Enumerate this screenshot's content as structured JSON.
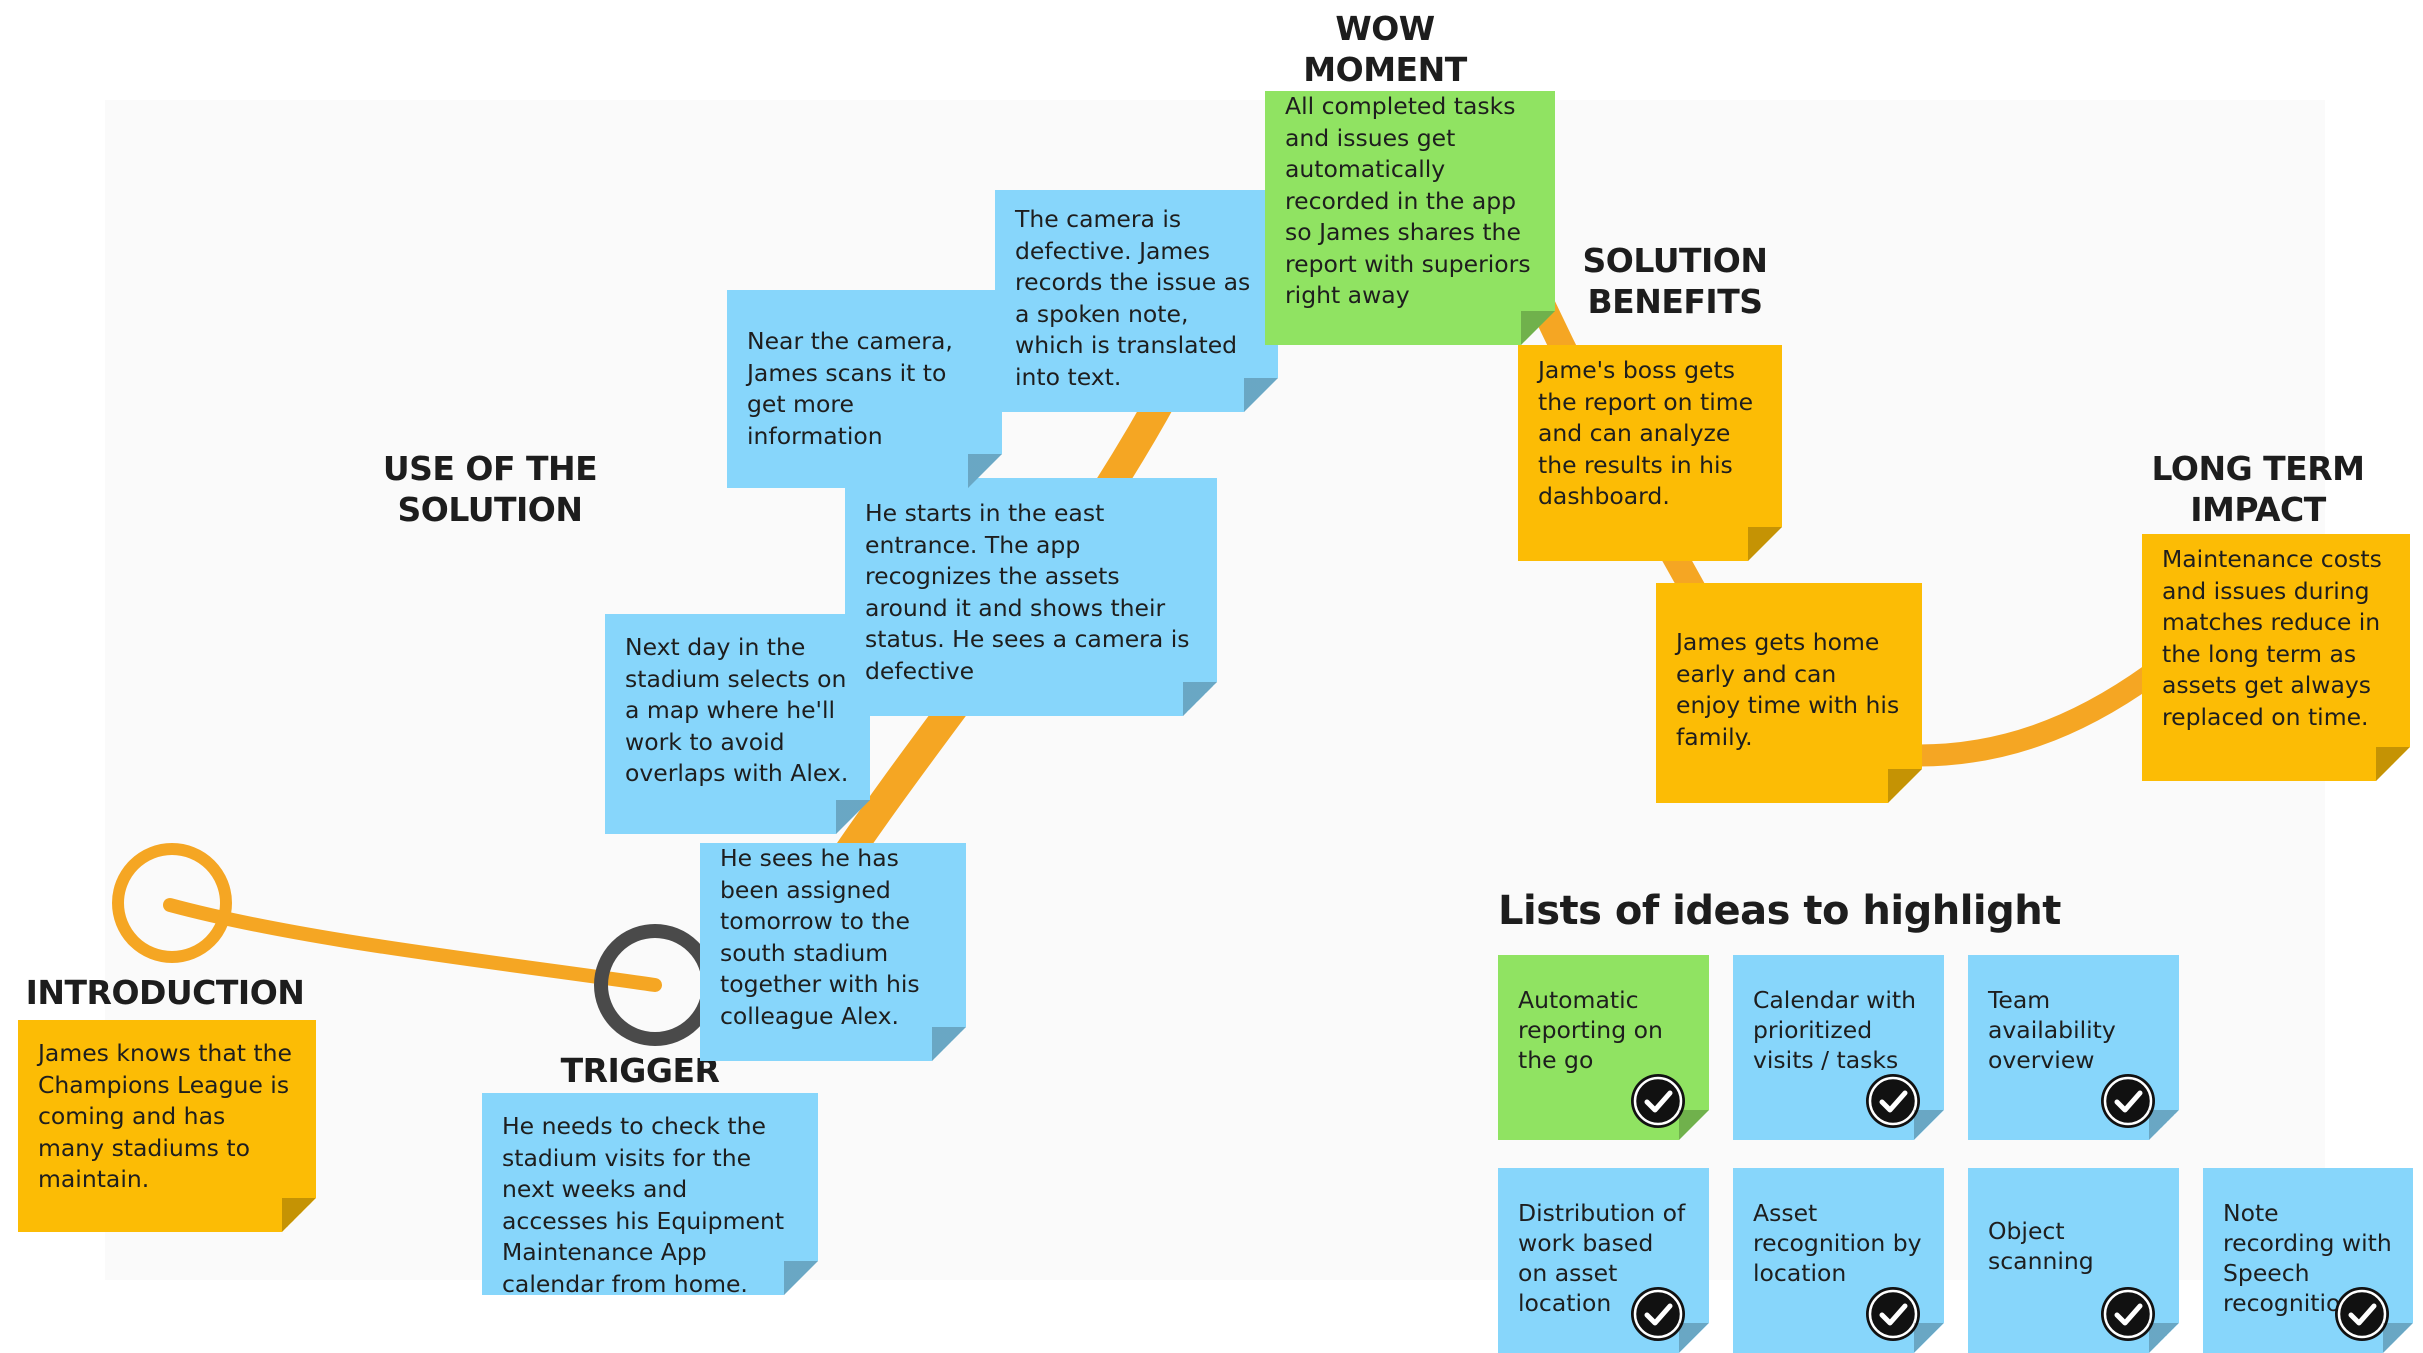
{
  "colors": {
    "blue_note": "#87d6fb",
    "yellow_note": "#fcbc05",
    "green_note": "#90e362",
    "journey_path": "#f5a623",
    "title_text": "#1d1d1d"
  },
  "sections": {
    "introduction": "INTRODUCTION",
    "trigger": "TRIGGER",
    "use_of_solution_line1": "USE OF THE",
    "use_of_solution_line2": "SOLUTION",
    "wow_moment_line1": "WOW",
    "wow_moment_line2": "MOMENT",
    "solution_benefits_line1": "SOLUTION",
    "solution_benefits_line2": "BENEFITS",
    "long_term_impact_line1": "LONG TERM",
    "long_term_impact_line2": "IMPACT"
  },
  "notes": {
    "introduction": "James knows that the Champions League is coming and has many stadiums to maintain.",
    "trigger": "He needs to check the stadium visits for the next weeks and  accesses his Equipment Maintenance App calendar from home.",
    "assigned": "He sees he has been assigned tomorrow to the south stadium together with his colleague Alex.",
    "next_day": "Next day in the stadium selects on a map where he'll work to avoid overlaps with Alex.",
    "east_entrance": "He starts in the east entrance. The app recognizes the assets around it and shows their status. He sees a camera is defective",
    "scan_camera": "Near the camera, James scans it to get more information",
    "camera_defective": "The camera is defective. James records the issue as a spoken note, which is translated into text.",
    "wow": "All completed tasks and issues get automatically recorded in the app so James shares the report with superiors right away",
    "boss_report": "Jame's boss gets the report on time and can analyze the results in his dashboard.",
    "home_early": "James gets home early and can enjoy time with his family.",
    "long_term": "Maintenance costs and issues during matches reduce in the long term as assets get always replaced on time."
  },
  "ideas": {
    "title": "Lists of ideas to highlight",
    "items": [
      "Automatic reporting on the go",
      "Calendar with prioritized visits / tasks",
      "Team availability overview",
      "Distribution of work based on asset location",
      "Asset recognition by location",
      "Object scanning",
      "Note recording with  Speech recognition"
    ],
    "icon": "checkmark-icon"
  }
}
